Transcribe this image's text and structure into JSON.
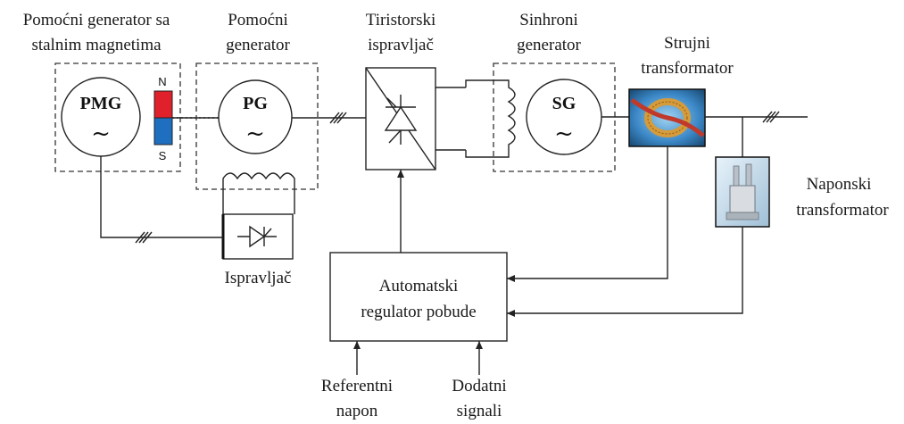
{
  "labels": {
    "pmg_title_1": "Pomoćni generator sa",
    "pmg_title_2": "stalnim magnetima",
    "pg_title_1": "Pomoćni",
    "pg_title_2": "generator",
    "tir_title_1": "Tiristorski",
    "tir_title_2": "ispravljač",
    "sg_title_1": "Sinhroni",
    "sg_title_2": "generator",
    "ct_title_1": "Strujni",
    "ct_title_2": "transformator",
    "vt_title_1": "Naponski",
    "vt_title_2": "transformator",
    "rect_label": "Ispravljač",
    "avr_1": "Automatski",
    "avr_2": "regulator pobude",
    "ref_1": "Referentni",
    "ref_2": "napon",
    "add_1": "Dodatni",
    "add_2": "signali"
  },
  "machines": {
    "pmg": "PMG",
    "pg": "PG",
    "sg": "SG",
    "ac_symbol": "~"
  },
  "magnet": {
    "north": "N",
    "south": "S",
    "north_color": "#e0202a",
    "south_color": "#1f6fc1"
  },
  "icons": {
    "current_transformer": "current-transformer-photo",
    "voltage_transformer": "voltage-transformer-photo"
  }
}
